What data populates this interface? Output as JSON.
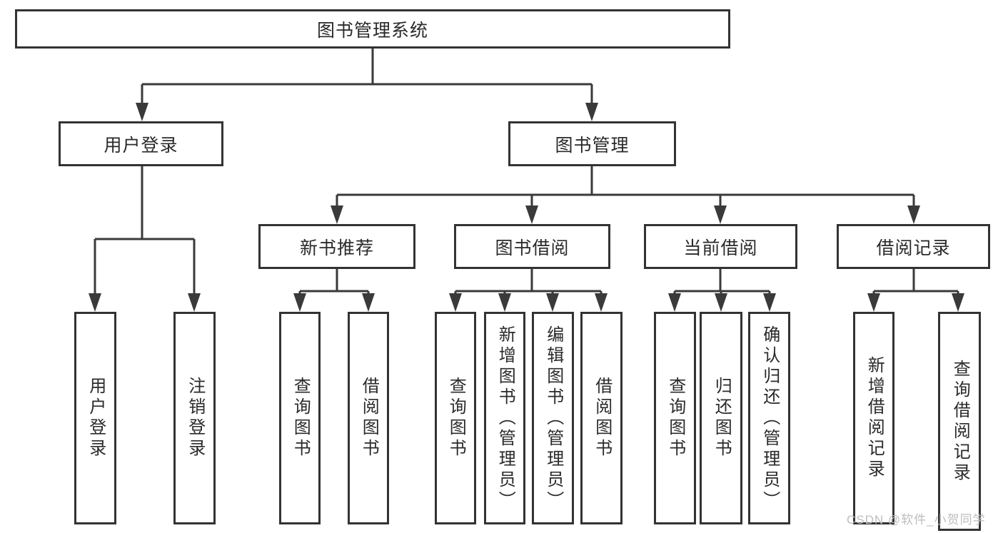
{
  "diagram_title": "图书管理系统",
  "colors": {
    "background": "#ffffff",
    "box_border": "#333333",
    "connector_line": "#3a3a3a",
    "text": "#2a2a2a",
    "watermark": "#bdbdbd"
  },
  "tree": {
    "root": {
      "label": "图书管理系统"
    },
    "children": [
      {
        "label": "用户登录",
        "children": [
          {
            "label": "用户登录"
          },
          {
            "label": "注销登录"
          }
        ]
      },
      {
        "label": "图书管理",
        "children": [
          {
            "label": "新书推荐",
            "children": [
              {
                "label": "查询图书"
              },
              {
                "label": "借阅图书"
              }
            ]
          },
          {
            "label": "图书借阅",
            "children": [
              {
                "label": "查询图书"
              },
              {
                "label": "新增图书（管理员）"
              },
              {
                "label": "编辑图书（管理员）"
              },
              {
                "label": "借阅图书"
              }
            ]
          },
          {
            "label": "当前借阅",
            "children": [
              {
                "label": "查询图书"
              },
              {
                "label": "归还图书"
              },
              {
                "label": "确认归还（管理员）"
              }
            ]
          },
          {
            "label": "借阅记录",
            "children": [
              {
                "label": "新增借阅记录"
              },
              {
                "label": "查询借阅记录"
              }
            ]
          }
        ]
      }
    ]
  },
  "watermark": {
    "text": "CSDN @软件_小贺同学"
  }
}
